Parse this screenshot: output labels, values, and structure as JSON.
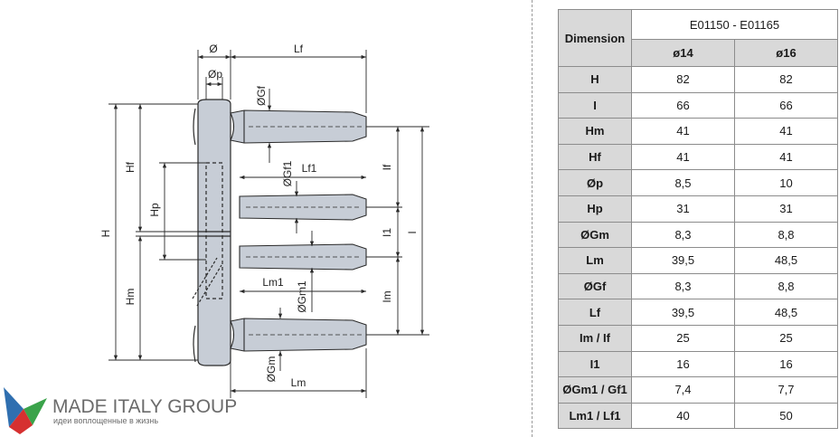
{
  "drawing": {
    "labels": {
      "diameter": "Ø",
      "lf": "Lf",
      "dp": "Øp",
      "dgf": "ØGf",
      "hf": "Hf",
      "h": "H",
      "hp": "Hp",
      "dgf1": "ØGf1",
      "lf1": "Lf1",
      "if": "If",
      "i": "I",
      "i1": "I1",
      "lm1": "Lm1",
      "dgm1": "ØGm1",
      "hm": "Hm",
      "im": "Im",
      "dgm": "ØGm",
      "lm": "Lm"
    },
    "colors": {
      "body": "#c7cdd6",
      "line": "#2a2a2a",
      "shadow": "#9aa1ab"
    }
  },
  "logo": {
    "name": "MADE ITALY GROUP",
    "tagline": "идеи воплощенные в жизнь",
    "colors": [
      "#2f6fb0",
      "#3aa34a",
      "#d63030"
    ]
  },
  "table": {
    "header_dimension": "Dimension",
    "header_range": "E01150 - E01165",
    "columns": [
      "ø14",
      "ø16"
    ],
    "rows": [
      {
        "label": "H",
        "v14": "82",
        "v16": "82"
      },
      {
        "label": "I",
        "v14": "66",
        "v16": "66"
      },
      {
        "label": "Hm",
        "v14": "41",
        "v16": "41"
      },
      {
        "label": "Hf",
        "v14": "41",
        "v16": "41"
      },
      {
        "label": "Øp",
        "v14": "8,5",
        "v16": "10"
      },
      {
        "label": "Hp",
        "v14": "31",
        "v16": "31"
      },
      {
        "label": "ØGm",
        "v14": "8,3",
        "v16": "8,8"
      },
      {
        "label": "Lm",
        "v14": "39,5",
        "v16": "48,5"
      },
      {
        "label": "ØGf",
        "v14": "8,3",
        "v16": "8,8"
      },
      {
        "label": "Lf",
        "v14": "39,5",
        "v16": "48,5"
      },
      {
        "label": "Im / If",
        "v14": "25",
        "v16": "25"
      },
      {
        "label": "I1",
        "v14": "16",
        "v16": "16"
      },
      {
        "label": "ØGm1 / Gf1",
        "v14": "7,4",
        "v16": "7,7"
      },
      {
        "label": "Lm1 / Lf1",
        "v14": "40",
        "v16": "50"
      }
    ]
  }
}
